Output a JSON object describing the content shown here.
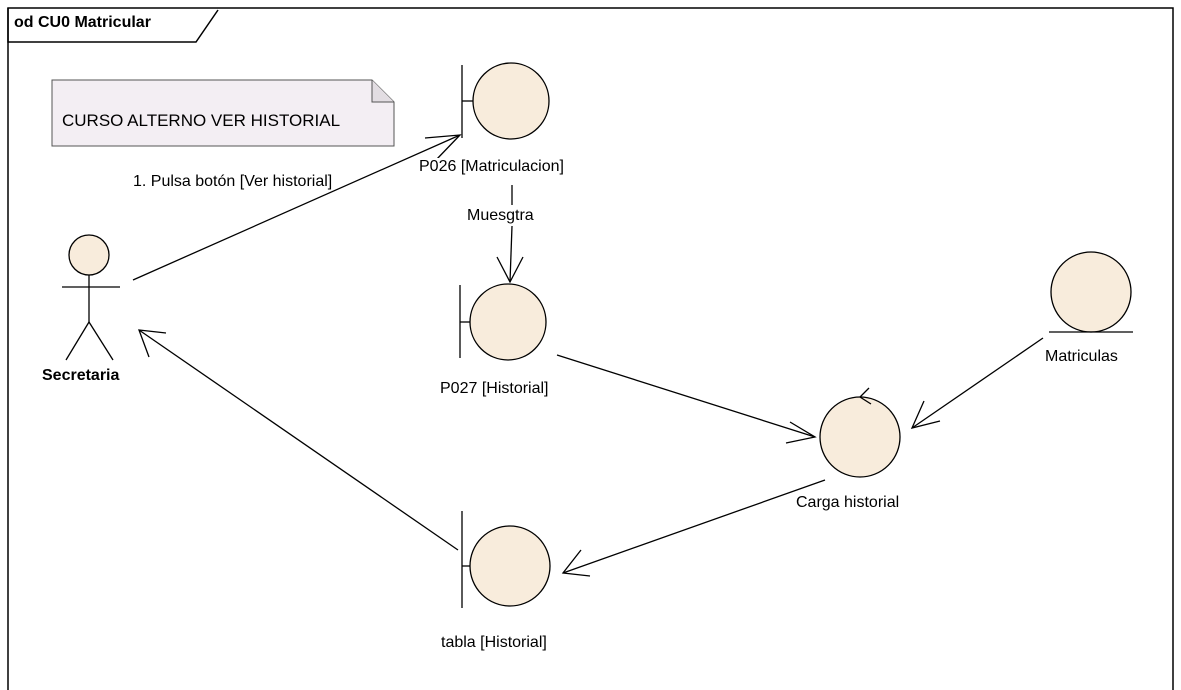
{
  "diagram": {
    "frame_title": "od CU0 Matricular",
    "note": "CURSO ALTERNO VER HISTORIAL",
    "actor": {
      "name": "Secretaria"
    },
    "boundaries": {
      "p026": "P026 [Matriculacion]",
      "p027": "P027 [Historial]",
      "tabla": "tabla [Historial]"
    },
    "control": {
      "name": "Carga historial"
    },
    "entity": {
      "name": "Matriculas"
    },
    "messages": {
      "pulsa": "1. Pulsa  botón [Ver historial]",
      "muestra": "Muesgtra"
    }
  },
  "colors": {
    "element_fill": "#f8ecdc",
    "note_fill": "#f3eef3",
    "stroke": "#000000"
  }
}
